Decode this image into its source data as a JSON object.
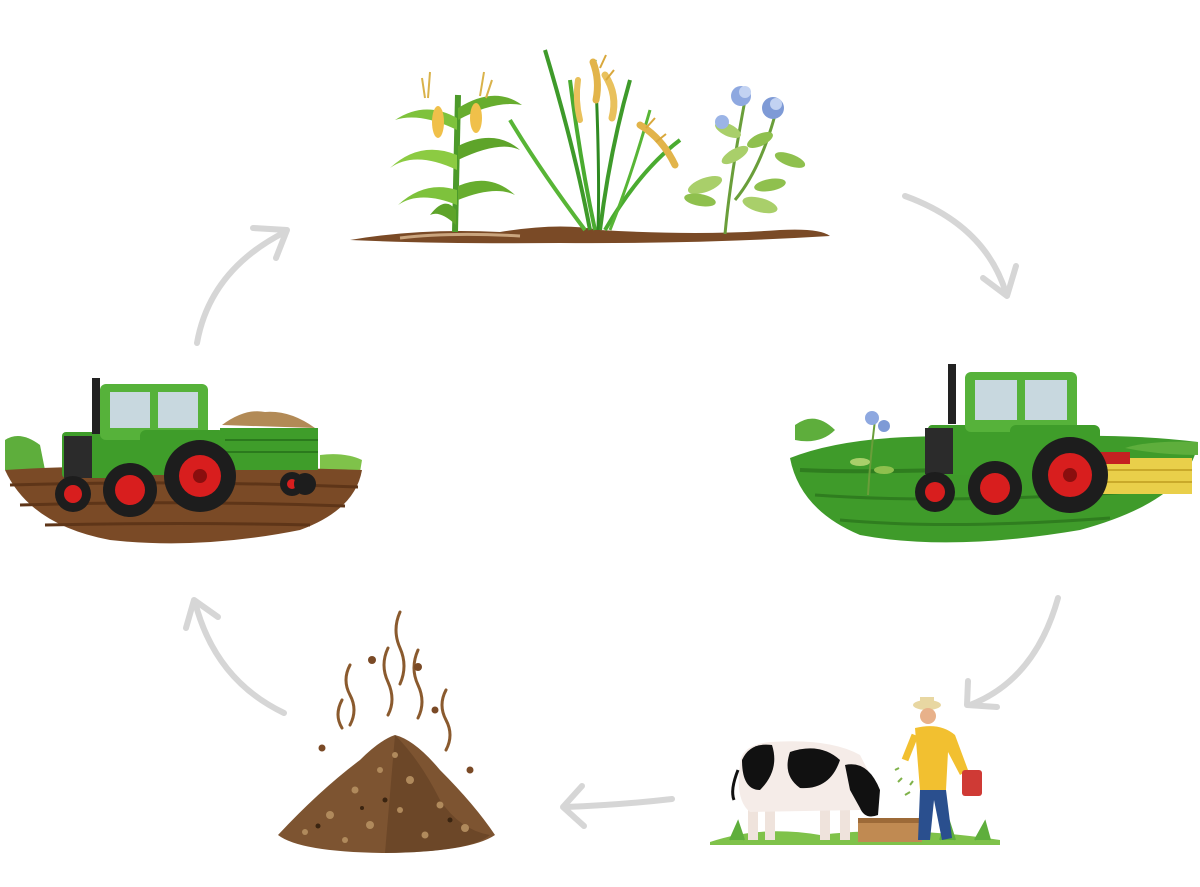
{
  "diagram": {
    "type": "cycle",
    "stages": [
      {
        "id": "crops",
        "icon": "crops-illustration"
      },
      {
        "id": "harvest",
        "icon": "tractor-mowing-illustration"
      },
      {
        "id": "feeding",
        "icon": "farmer-feeding-cow-illustration"
      },
      {
        "id": "manure",
        "icon": "manure-pile-illustration"
      },
      {
        "id": "spreading",
        "icon": "tractor-spreading-manure-illustration"
      }
    ],
    "flow": [
      [
        "crops",
        "harvest"
      ],
      [
        "harvest",
        "feeding"
      ],
      [
        "feeding",
        "manure"
      ],
      [
        "manure",
        "spreading"
      ],
      [
        "spreading",
        "crops"
      ]
    ]
  },
  "colors": {
    "arrow": "#d6d6d6",
    "soil": "#7a4a26",
    "grass": "#3f9b2a",
    "tractor_body": "#3f9d2a",
    "tractor_wheel": "#d81e1e",
    "manure": "#7d5431",
    "cow_black": "#111111",
    "farmer_shirt": "#f2c030"
  }
}
